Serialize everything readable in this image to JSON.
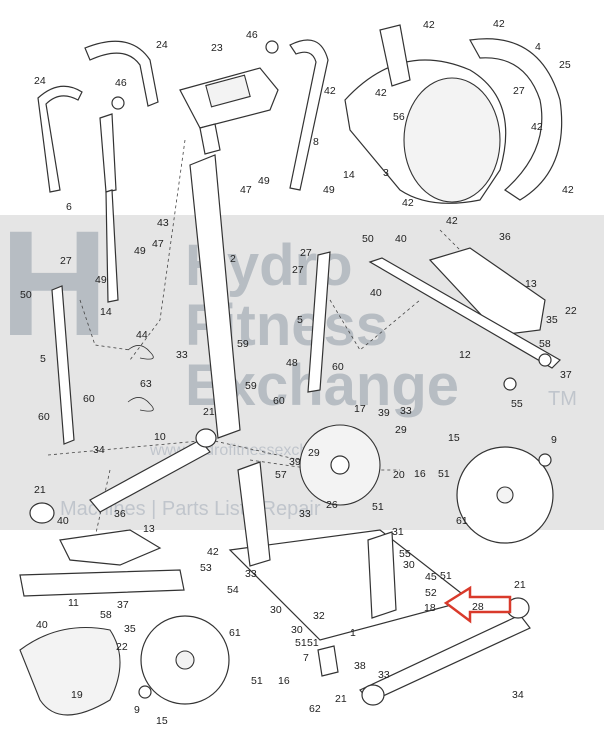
{
  "watermark": {
    "line1": "Hydro",
    "line2": "Fitness",
    "line3": "Exchange",
    "tm": "TM",
    "url": "www.hydrofitnessexchange.com",
    "menu": "Machines | Parts List | Repair"
  },
  "callouts": {
    "c1": "42",
    "c2": "42",
    "c3": "4",
    "c4": "25",
    "c5": "24",
    "c6": "46",
    "c7": "23",
    "c8": "24",
    "c9": "46",
    "c10": "42",
    "c11": "27",
    "c12": "42",
    "c13": "56",
    "c14": "42",
    "c15": "8",
    "c16": "6",
    "c17": "3",
    "c18": "14",
    "c19": "47",
    "c20": "49",
    "c21": "49",
    "c22": "42",
    "c23": "42",
    "c24": "43",
    "c25": "42",
    "c26": "50",
    "c27": "40",
    "c28": "36",
    "c29": "27",
    "c30": "49",
    "c31": "47",
    "c32": "2",
    "c33": "27",
    "c34": "27",
    "c35": "13",
    "c36": "50",
    "c37": "49",
    "c38": "40",
    "c39": "14",
    "c40": "5",
    "c41": "22",
    "c42": "35",
    "c43": "12",
    "c44": "44",
    "c45": "59",
    "c46": "48",
    "c47": "58",
    "c48": "33",
    "c49": "59",
    "c50": "37",
    "c51": "5",
    "c52": "60",
    "c53": "63",
    "c54": "60",
    "c55": "55",
    "c56": "60",
    "c57": "60",
    "c58": "21",
    "c59": "17",
    "c60": "39",
    "c61": "33",
    "c62": "10",
    "c63": "29",
    "c64": "15",
    "c65": "9",
    "c66": "34",
    "c67": "39",
    "c68": "29",
    "c69": "57",
    "c70": "20",
    "c71": "16",
    "c72": "51",
    "c73": "21",
    "c74": "26",
    "c75": "51",
    "c76": "61",
    "c77": "40",
    "c78": "36",
    "c79": "33",
    "c80": "31",
    "c81": "13",
    "c82": "42",
    "c83": "55",
    "c84": "53",
    "c85": "30",
    "c86": "33",
    "c87": "45",
    "c88": "51",
    "c89": "52",
    "c90": "11",
    "c91": "54",
    "c92": "37",
    "c93": "18",
    "c94": "28",
    "c95": "21",
    "c96": "58",
    "c97": "61",
    "c98": "30",
    "c99": "32",
    "c100": "40",
    "c101": "35",
    "c102": "22",
    "c103": "30",
    "c104": "51",
    "c105": "1",
    "c106": "51",
    "c107": "7",
    "c108": "38",
    "c109": "51",
    "c110": "16",
    "c111": "33",
    "c112": "19",
    "c113": "21",
    "c114": "34",
    "c115": "9",
    "c116": "15",
    "c117": "62"
  },
  "colors": {
    "arrow": "#d93a2b",
    "ink": "#333333",
    "watermark": "#9aa3ad"
  }
}
